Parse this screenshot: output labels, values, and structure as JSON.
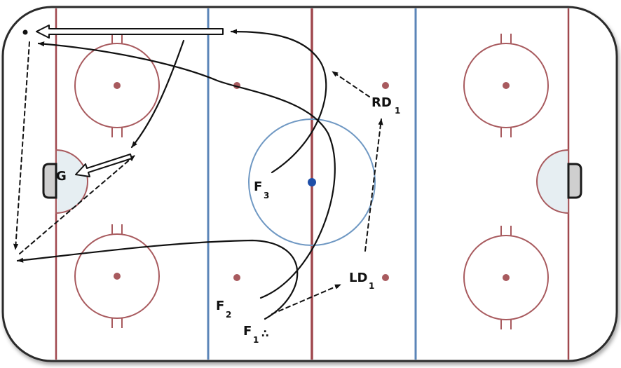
{
  "colors": {
    "red_line": "#a0484e",
    "blue_line": "#5b85b8",
    "faceoff_circle": "#a85a5e",
    "center_circle": "#6f98c3",
    "center_dot": "#1f4fa8",
    "crease_fill": "#e6eef2",
    "goal_fill": "#cfcfcf",
    "board": "#2a2a2a",
    "path": "#111111"
  },
  "players": {
    "goalie": "G",
    "f3": {
      "letter": "F",
      "num": "3"
    },
    "f2": {
      "letter": "F",
      "num": "2"
    },
    "f1": {
      "letter": "F",
      "num": "1",
      "puck": "∴"
    },
    "ld1": {
      "letter": "LD",
      "num": "1"
    },
    "rd1": {
      "letter": "RD",
      "num": "1"
    }
  }
}
